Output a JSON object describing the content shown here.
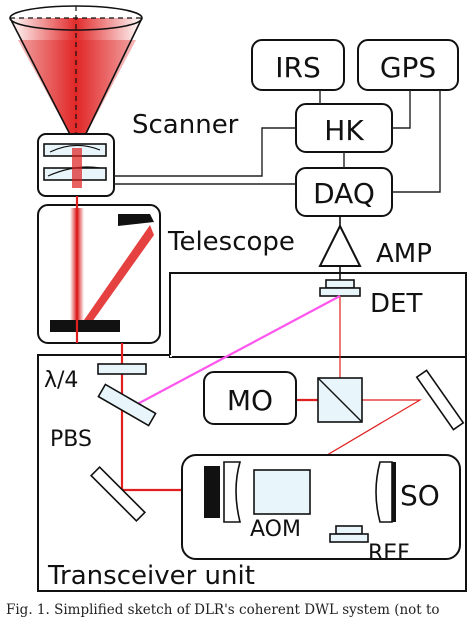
{
  "labels": {
    "irs": "IRS",
    "gps": "GPS",
    "hk": "HK",
    "daq": "DAQ",
    "scanner": "Scanner",
    "telescope": "Telescope",
    "amp": "AMP",
    "det": "DET",
    "lambda4": "λ/4",
    "pbs": "PBS",
    "mo": "MO",
    "so": "SO",
    "aom": "AOM",
    "ref": "REF",
    "transceiver": "Transceiver unit"
  },
  "caption": "Fig. 1. Simplified sketch of DLR's coherent DWL system (not to",
  "colors": {
    "laser_beam": "#e02020",
    "lo_beam": "#ff55ee",
    "optic_fill": "#e8f6fb",
    "outline": "#111111"
  }
}
